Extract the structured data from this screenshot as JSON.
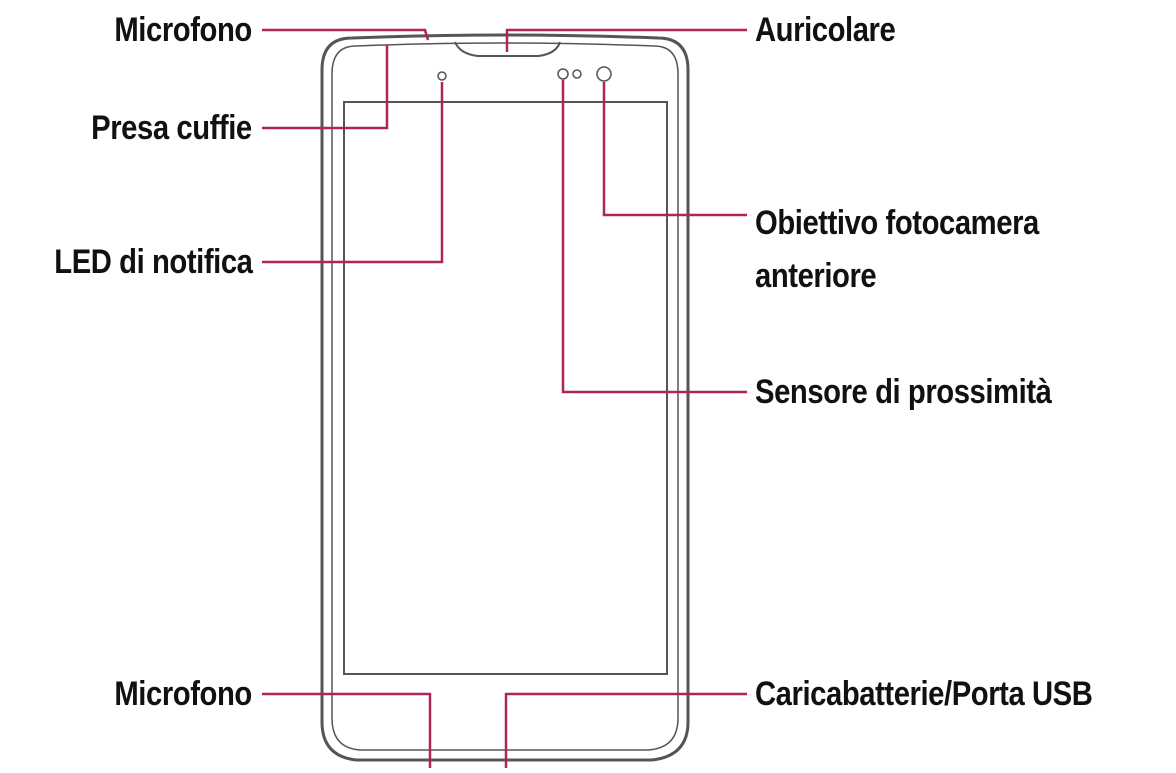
{
  "callout_color": "#b0245e",
  "outline_color": "#555555",
  "labels": {
    "microphone_top": "Microfono",
    "headphone_jack": "Presa cuffie",
    "notification_led": "LED di notifica",
    "microphone_bottom": "Microfono",
    "earpiece": "Auricolare",
    "front_camera_line1": "Obiettivo fotocamera",
    "front_camera_line2": "anteriore",
    "proximity_sensor": "Sensore di prossimità",
    "charger_usb": "Caricabatterie/Porta USB"
  }
}
